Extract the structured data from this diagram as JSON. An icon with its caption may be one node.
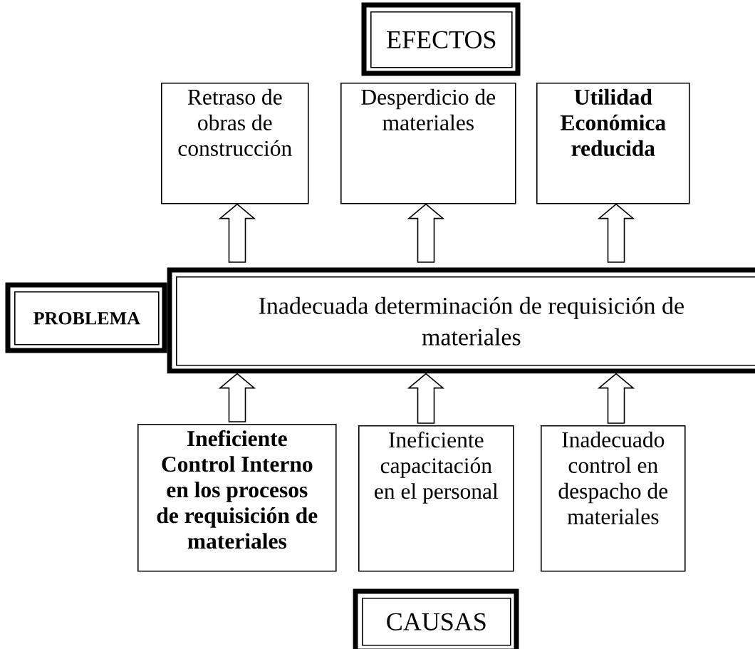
{
  "diagram": {
    "nodes": [
      {
        "text": [
          "EFECTOS"
        ]
      },
      {
        "text": [
          "Retraso de obras de construcción"
        ]
      },
      {
        "text": [
          "Desperdicio de materiales"
        ]
      },
      {
        "text": [
          "Utilidad Económica reducida"
        ]
      },
      {
        "text": [
          "PROBLEMA"
        ]
      },
      {
        "text": [
          "Inadecuada determinación de requisición de materiales"
        ]
      },
      {
        "text": [
          "Ineficiente Control Interno en los procesos de requisición de materiales"
        ]
      },
      {
        "text": [
          "Ineficiente capacitación en el personal"
        ]
      },
      {
        "text": [
          "Inadecuado control en despacho de materiales"
        ]
      },
      {
        "text": [
          "CAUSAS"
        ]
      }
    ],
    "edges": [
      {
        "from": 5,
        "to": 1,
        "arrow": "to"
      },
      {
        "from": 5,
        "to": 2,
        "arrow": "to"
      },
      {
        "from": 5,
        "to": 3,
        "arrow": "to"
      },
      {
        "from": 6,
        "to": 5,
        "arrow": "to"
      },
      {
        "from": 7,
        "to": 5,
        "arrow": "to"
      },
      {
        "from": 8,
        "to": 5,
        "arrow": "to"
      }
    ]
  }
}
